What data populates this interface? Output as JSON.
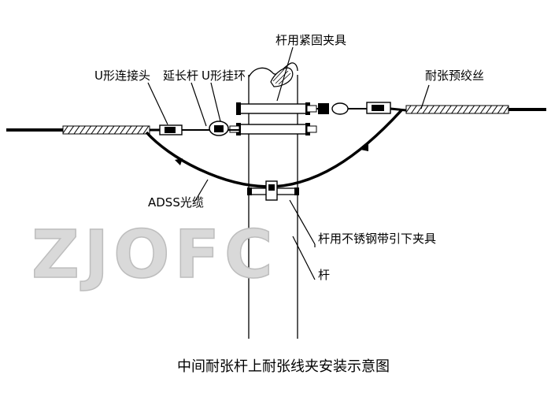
{
  "labels": {
    "fixing_clamp": "杆用紧固夹具",
    "u_connector": "U形连接头",
    "extension_rod": "延长杆",
    "u_ring": "U形挂环",
    "preformed_wire": "耐张预绞丝",
    "adss_cable": "ADSS光缆",
    "steel_band_clamp": "杆用不锈钢带引下夹具",
    "pole": "杆"
  },
  "watermark": "ZJOFC",
  "caption": "中间耐张杆上耐张线夹安装示意图",
  "colors": {
    "line": "#000000",
    "watermark_fill": "#d9d9d9",
    "watermark_stroke": "#bdbdbd"
  }
}
